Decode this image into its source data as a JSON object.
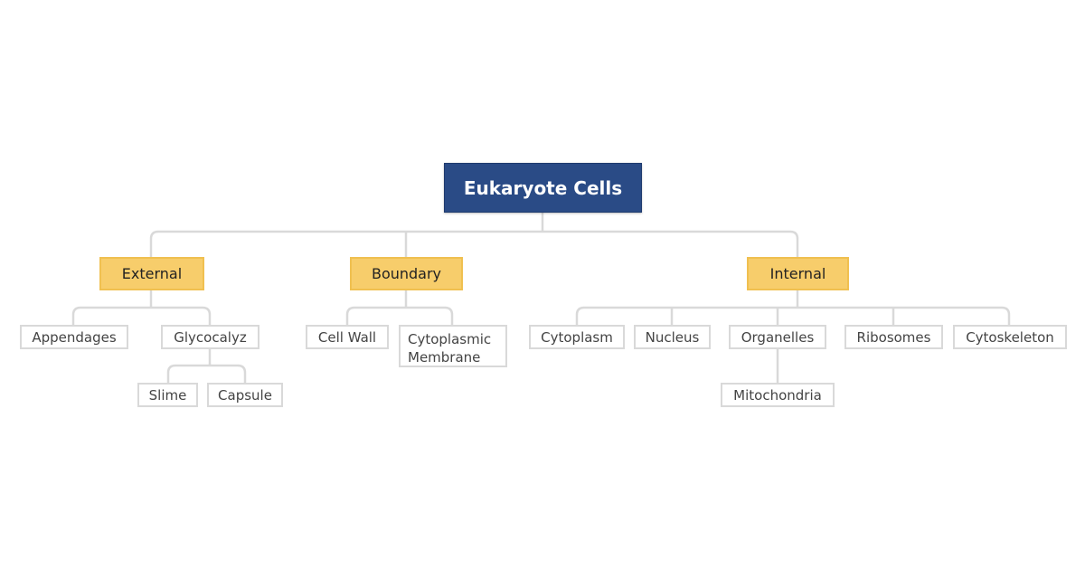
{
  "root": {
    "label": "Eukaryote Cells"
  },
  "branches": {
    "external": {
      "label": "External",
      "children": {
        "appendages": "Appendages",
        "glycocalyz": "Glycocalyz",
        "slime": "Slime",
        "capsule": "Capsule"
      }
    },
    "boundary": {
      "label": "Boundary",
      "children": {
        "cell_wall": "Cell Wall",
        "cytoplasmic_membrane_line1": "Cytoplasmic",
        "cytoplasmic_membrane_line2": "Membrane"
      }
    },
    "internal": {
      "label": "Internal",
      "children": {
        "cytoplasm": "Cytoplasm",
        "nucleus": "Nucleus",
        "organelles": "Organelles",
        "mitochondria": "Mitochondria",
        "ribosomes": "Ribosomes",
        "cytoskeleton": "Cytoskeleton"
      }
    }
  },
  "colors": {
    "root_fill": "#2a4b86",
    "branch_fill": "#f7cd6b",
    "leaf_border": "#d9d9d9",
    "connector": "#d9d9d9"
  }
}
